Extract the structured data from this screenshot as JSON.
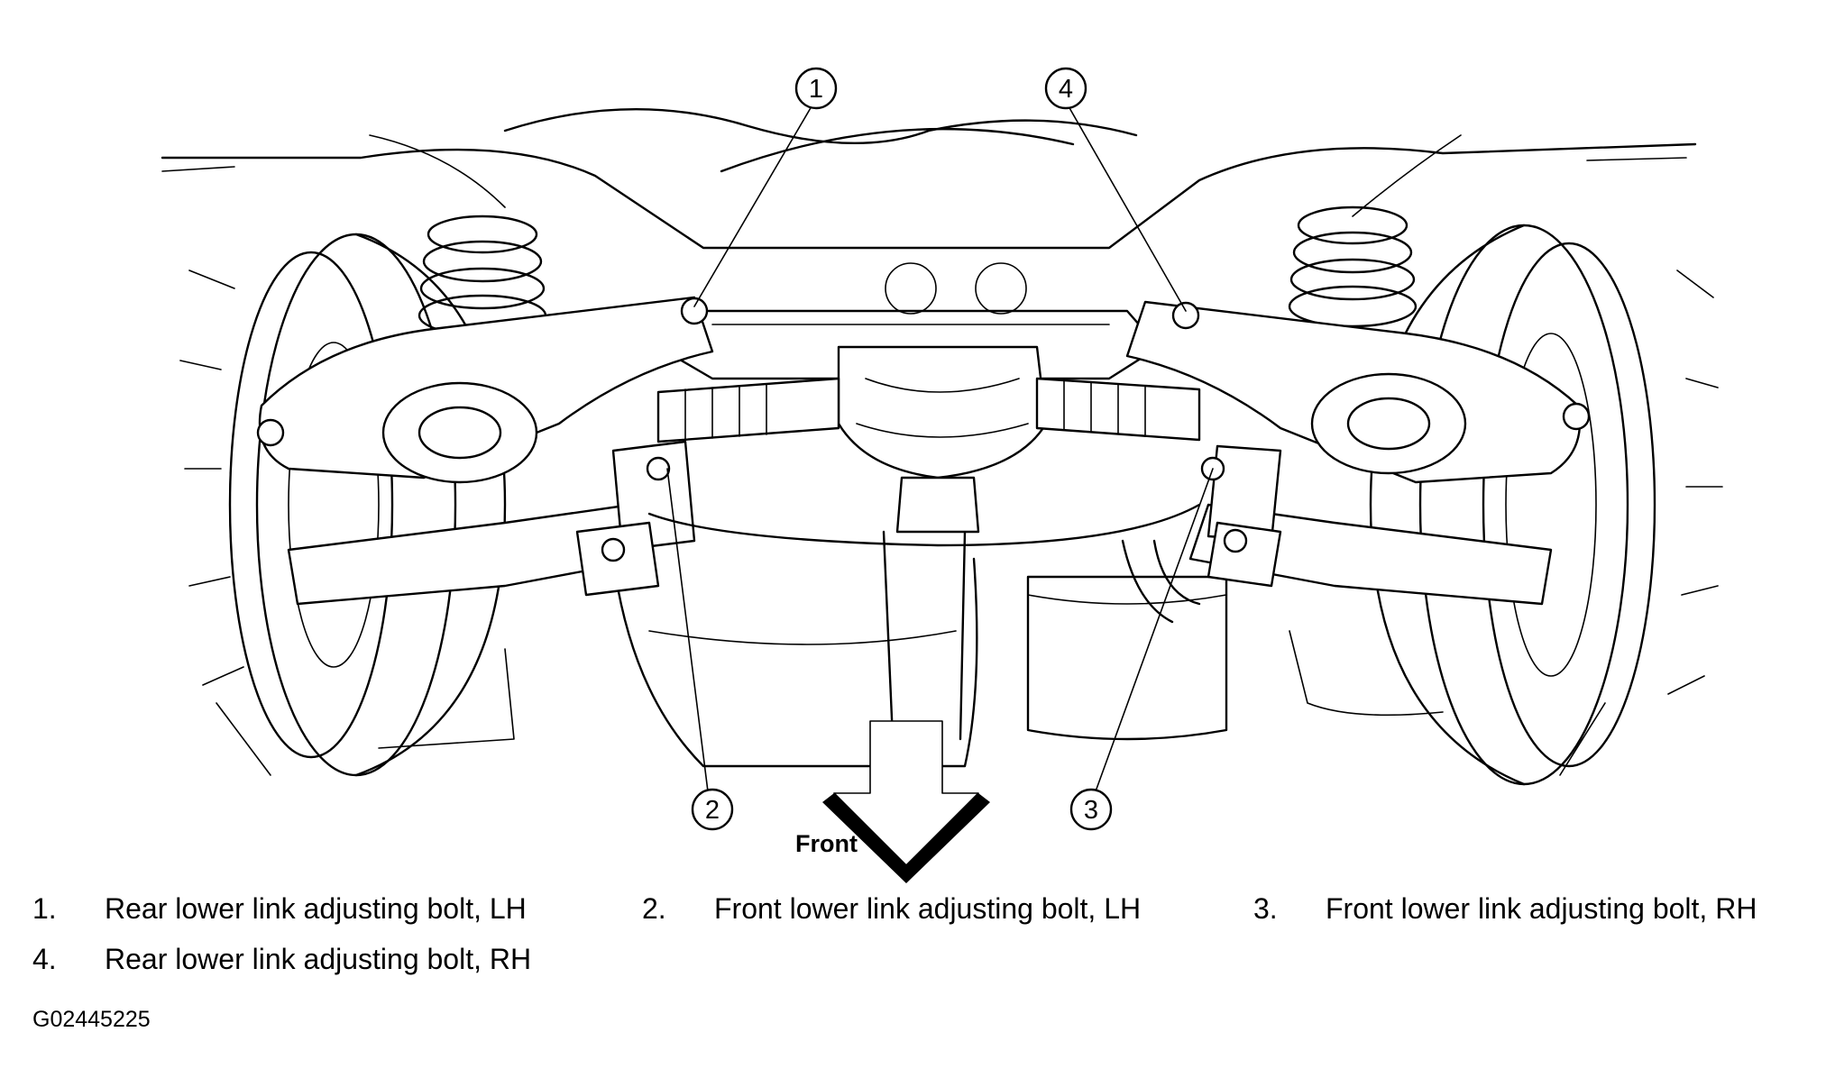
{
  "diagram": {
    "direction_label": "Front",
    "callouts": [
      "1",
      "2",
      "3",
      "4"
    ]
  },
  "legend": [
    {
      "number": "1.",
      "text": "Rear lower link adjusting bolt, LH"
    },
    {
      "number": "2.",
      "text": "Front lower link adjusting bolt, LH"
    },
    {
      "number": "3.",
      "text": "Front lower link adjusting bolt, RH"
    },
    {
      "number": "4.",
      "text": "Rear lower link adjusting bolt, RH"
    }
  ],
  "figure_id": "G02445225"
}
